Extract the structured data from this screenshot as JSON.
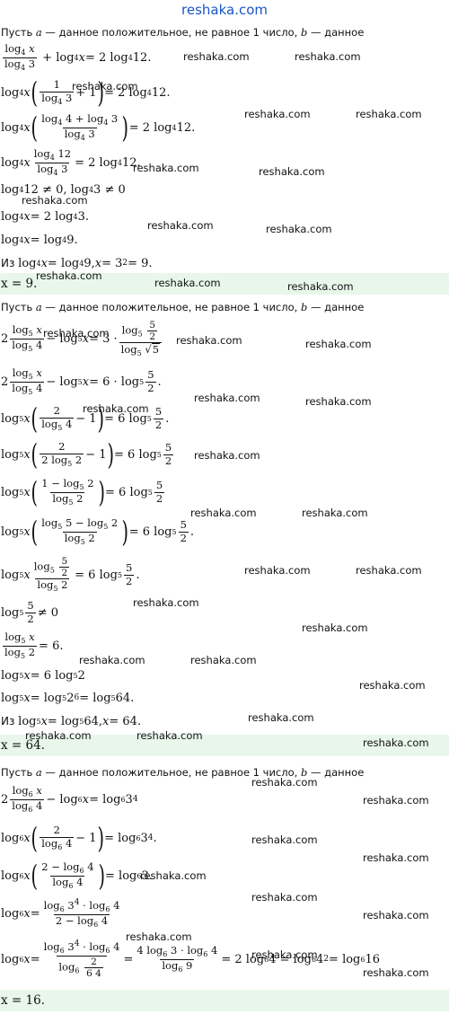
{
  "site_title": "reshaka.com",
  "watermark": "reshaka.com",
  "intro": {
    "prefix": "Пусть ",
    "a": "a",
    "middle": " — данное положительное, не равное 1 число, ",
    "b": "b",
    "suffix": " — данное"
  },
  "part1": {
    "answer": "x = 9."
  },
  "part2": {
    "answer": "x = 64."
  },
  "part3": {
    "answer": "x = 16."
  }
}
